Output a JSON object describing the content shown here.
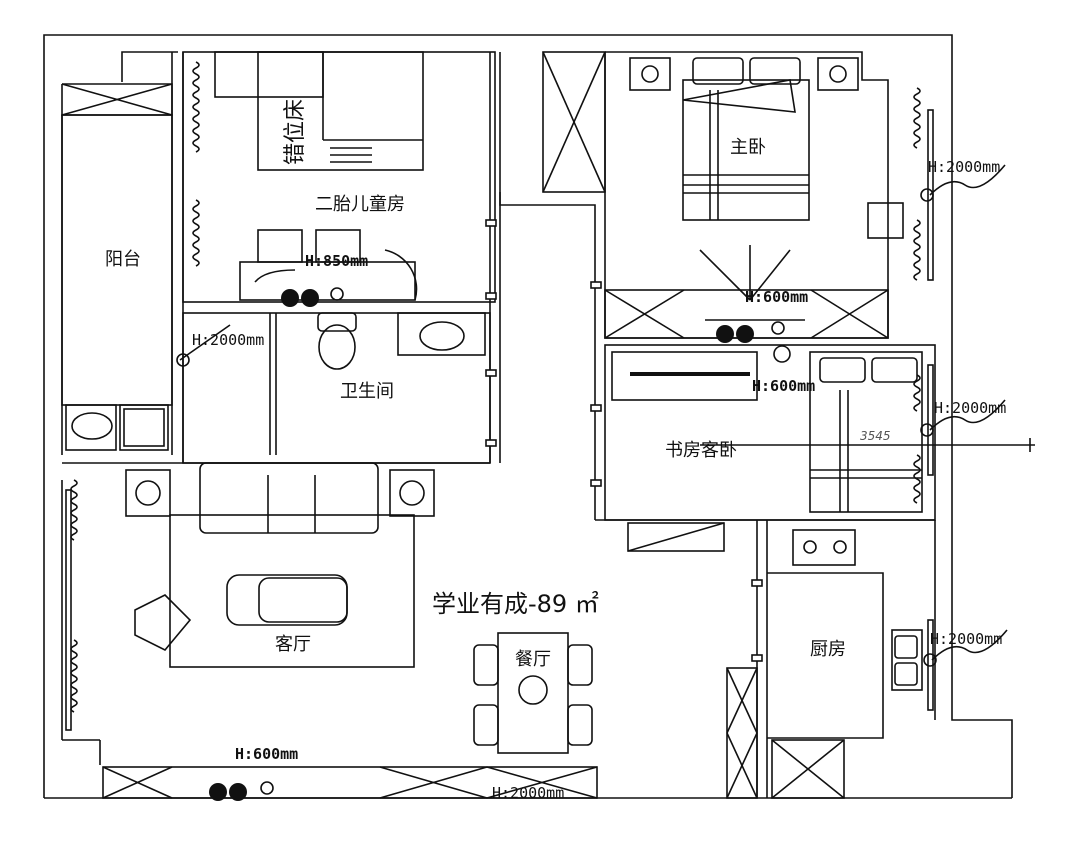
{
  "title": "学业有成-89  ㎡",
  "rooms": {
    "balcony": "阳台",
    "kids_room": "二胎儿童房",
    "bunk_bed": "错位床",
    "master_bedroom": "主卧",
    "bathroom": "卫生间",
    "study_guest": "书房客卧",
    "living_room": "客厅",
    "dining_room": "餐厅",
    "kitchen": "厨房"
  },
  "heights": {
    "desk_850": "H:850mm",
    "master_600": "H:600mm",
    "study_600": "H:600mm",
    "tv_600": "H:600mm",
    "bath_2000": "H:2000mm",
    "master_2000": "H:2000mm",
    "guest_2000": "H:2000mm",
    "kitchen_2000": "H:2000mm",
    "bottom_2000": "H:2000mm"
  },
  "note_3545": "3545"
}
